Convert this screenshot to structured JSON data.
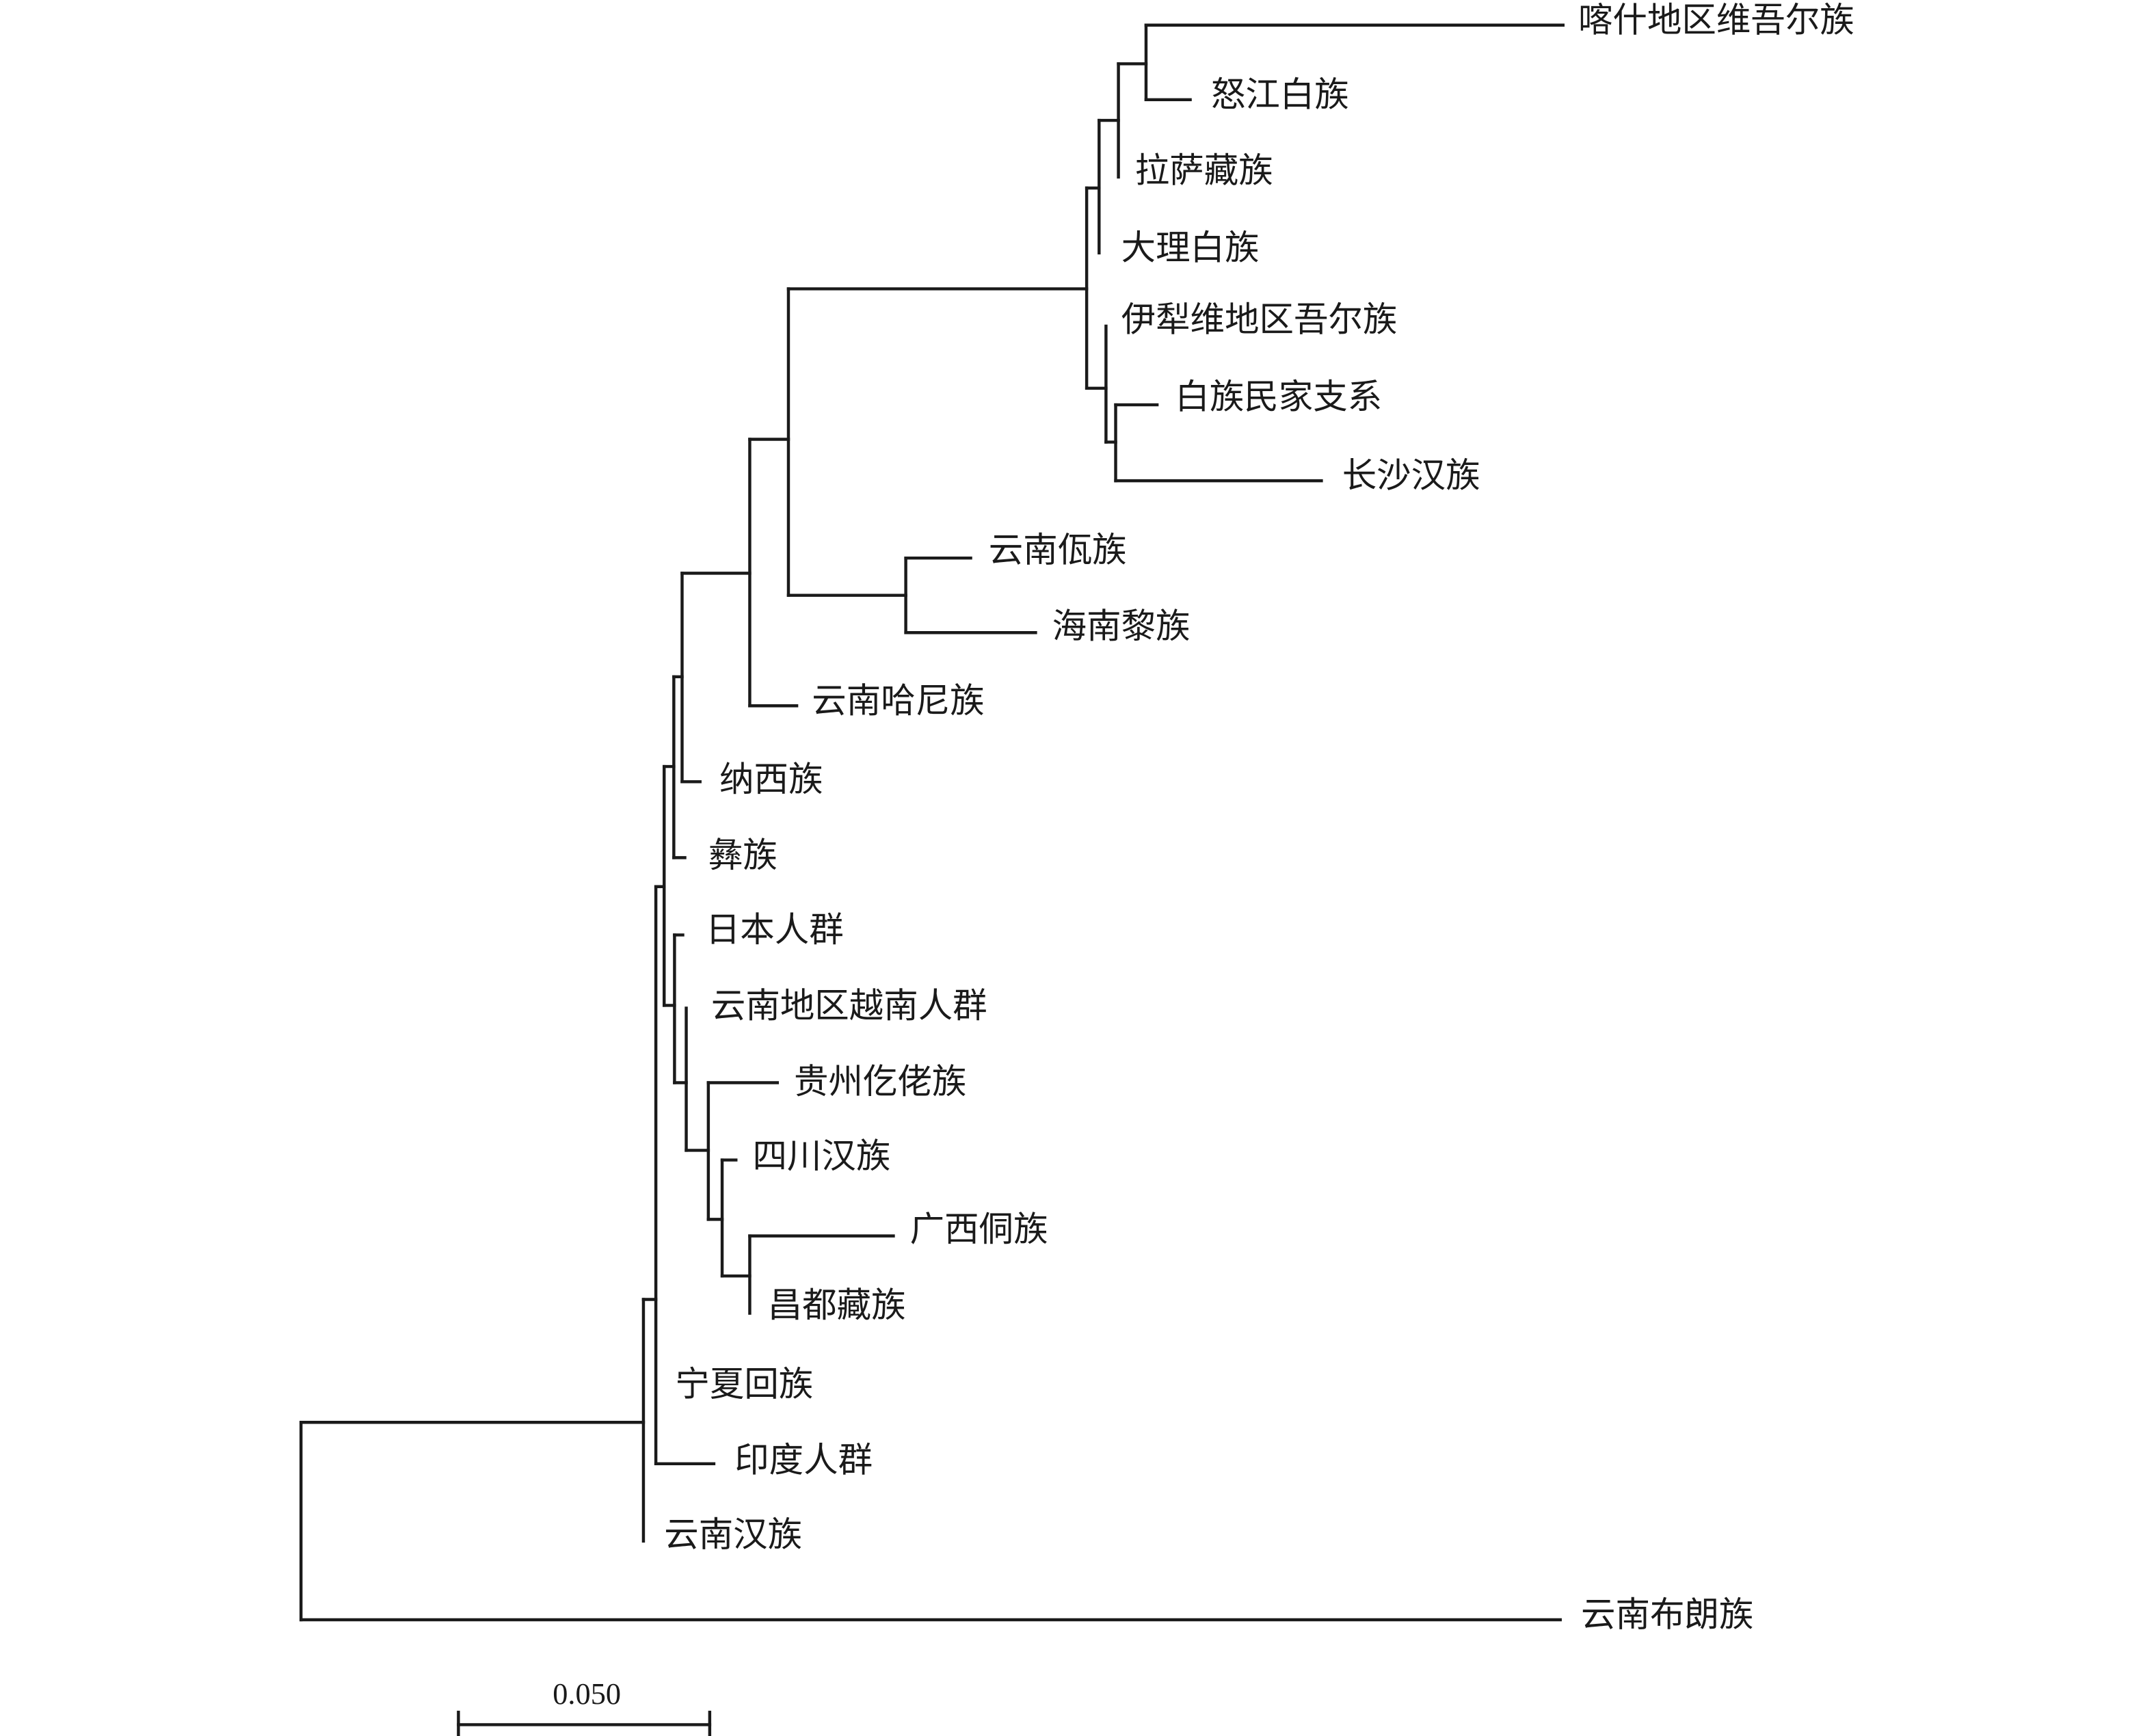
{
  "tree": {
    "leaves": [
      {
        "id": "kashgar_uyghur",
        "label": "喀什地区维吾尔族"
      },
      {
        "id": "nujiang_bai",
        "label": "怒江白族"
      },
      {
        "id": "lhasa_tibetan",
        "label": "拉萨藏族"
      },
      {
        "id": "dali_bai",
        "label": "大理白族"
      },
      {
        "id": "ili_uyghur",
        "label": "伊犁维地区吾尔族"
      },
      {
        "id": "bai_minjia",
        "label": "白族民家支系"
      },
      {
        "id": "changsha_han",
        "label": "长沙汉族"
      },
      {
        "id": "yunnan_wa",
        "label": "云南佤族"
      },
      {
        "id": "hainan_li",
        "label": "海南黎族"
      },
      {
        "id": "yunnan_hani",
        "label": "云南哈尼族"
      },
      {
        "id": "naxi",
        "label": "纳西族"
      },
      {
        "id": "yi",
        "label": "彝族"
      },
      {
        "id": "japanese",
        "label": "日本人群"
      },
      {
        "id": "yunnan_vietnamese",
        "label": "云南地区越南人群"
      },
      {
        "id": "guizhou_gelao",
        "label": "贵州仡佬族"
      },
      {
        "id": "sichuan_han",
        "label": "四川汉族"
      },
      {
        "id": "guangxi_dong",
        "label": "广西侗族"
      },
      {
        "id": "qamdo_tibetan",
        "label": "昌都藏族"
      },
      {
        "id": "ningxia_hui",
        "label": "宁夏回族"
      },
      {
        "id": "indian",
        "label": "印度人群"
      },
      {
        "id": "yunnan_han",
        "label": "云南汉族"
      },
      {
        "id": "yunnan_blang",
        "label": "云南布朗族"
      }
    ]
  },
  "scale_bar": {
    "label": "0.050",
    "value": 0.05
  }
}
